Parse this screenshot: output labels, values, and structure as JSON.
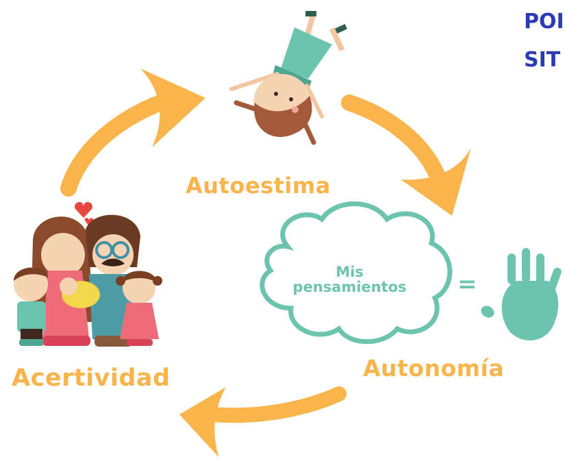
{
  "header": {
    "line1": "POI",
    "line2": "SIT"
  },
  "cycle": {
    "autoestima": "Autoestima",
    "autonomia": "Autonomía",
    "acertividad": "Acertividad"
  },
  "cloud": {
    "line1": "Mis",
    "line2": "pensamientos"
  },
  "equals_sign": "=",
  "colors": {
    "arrow": "#F9B54C",
    "teal": "#6CC3AE",
    "heading": "#2B3BB3"
  },
  "icons": [
    "girl-upside-down-icon",
    "thought-cloud-icon",
    "hand-print-icon",
    "family-icon",
    "cycle-arrow-icon"
  ]
}
